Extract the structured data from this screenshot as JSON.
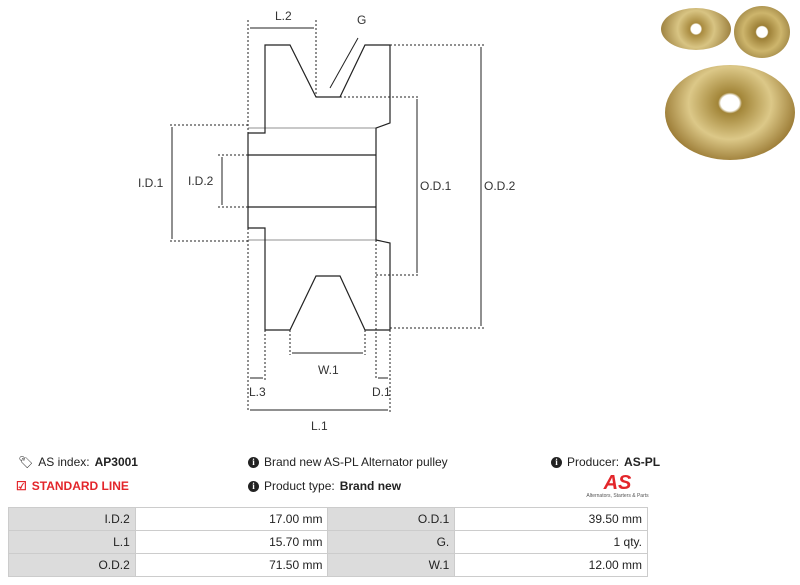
{
  "diagram": {
    "labels": {
      "l2": "L.2",
      "g": "G",
      "id1": "I.D.1",
      "id2": "I.D.2",
      "od1": "O.D.1",
      "od2": "O.D.2",
      "w1": "W.1",
      "l3": "L.3",
      "d1": "D.1",
      "l1": "L.1"
    }
  },
  "info": {
    "as_index_label": "AS index:",
    "as_index_value": "AP3001",
    "standard_line": "STANDARD LINE",
    "description": "Brand new AS-PL Alternator pulley",
    "product_type_label": "Product type:",
    "product_type_value": "Brand new",
    "producer_label": "Producer:",
    "producer_value": "AS-PL",
    "logo_text": "AS",
    "logo_tagline": "Alternators, Starters & Parts"
  },
  "specs": [
    {
      "l1": "I.D.2",
      "v1": "17.00 mm",
      "l2": "O.D.1",
      "v2": "39.50 mm"
    },
    {
      "l1": "L.1",
      "v1": "15.70 mm",
      "l2": "G.",
      "v2": "1 qty."
    },
    {
      "l1": "O.D.2",
      "v1": "71.50 mm",
      "l2": "W.1",
      "v2": "12.00 mm"
    }
  ],
  "colors": {
    "accent": "#e3262b",
    "table_label_bg": "#dcdcdc"
  }
}
